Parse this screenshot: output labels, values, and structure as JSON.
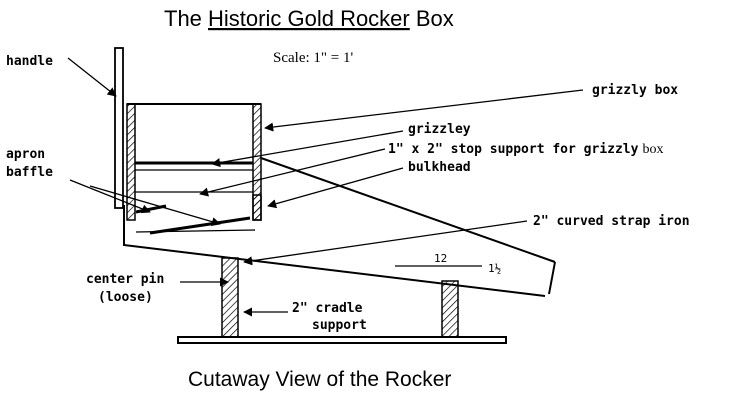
{
  "title": {
    "prefix": "The ",
    "underlined": "Historic Gold Rocker",
    "suffix": " Box"
  },
  "scale": "Scale: 1\" = 1'",
  "caption": "Cutaway View of the Rocker",
  "labels": {
    "handle": "handle",
    "grizzly_box": "grizzly box",
    "grizzley": "grizzley",
    "stop_support_part1": "1\" x 2\" stop support for grizzly",
    "stop_support_part2": "box",
    "apron": "apron",
    "baffle": "baffle",
    "bulkhead": "bulkhead",
    "strap_iron": "2\" curved strap iron",
    "center_pin": "center pin",
    "loose": "(loose)",
    "cradle_line1": "2\" cradle",
    "cradle_line2": "support",
    "dim_12": "12",
    "dim_1_half": "1½"
  }
}
